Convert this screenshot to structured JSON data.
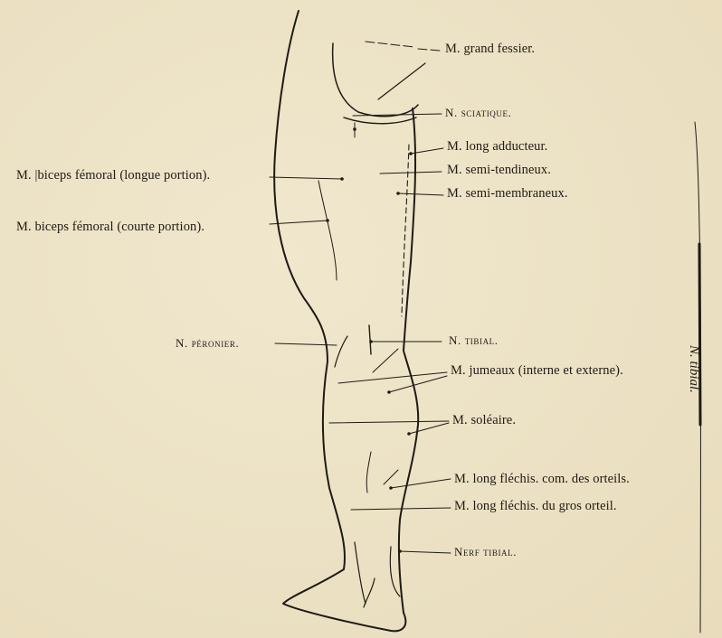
{
  "labels": {
    "grand_fessier": "M. grand fessier.",
    "sciatique": "N. sciatique.",
    "long_adducteur": "M. long adducteur.",
    "semi_tendineux": "M. semi-tendineux.",
    "semi_membraneux": "M. semi-membraneux.",
    "biceps_longue": "M. |biceps fémoral (longue portion).",
    "biceps_courte": "M. biceps fémoral (courte portion).",
    "peronier": "N. péronier.",
    "tibial": "N. tibial.",
    "jumeaux": "M. jumeaux (interne et externe).",
    "soleaire": "M. soléaire.",
    "flechis_com": "M. long fléchis. com. des orteils.",
    "flechis_gros": "M. long fléchis. du gros orteil.",
    "nerf_tibial": "Nerf tibial."
  },
  "side_label": "N. tibial.",
  "colors": {
    "paper": "#ece2c6",
    "ink": "#1f1a14"
  }
}
